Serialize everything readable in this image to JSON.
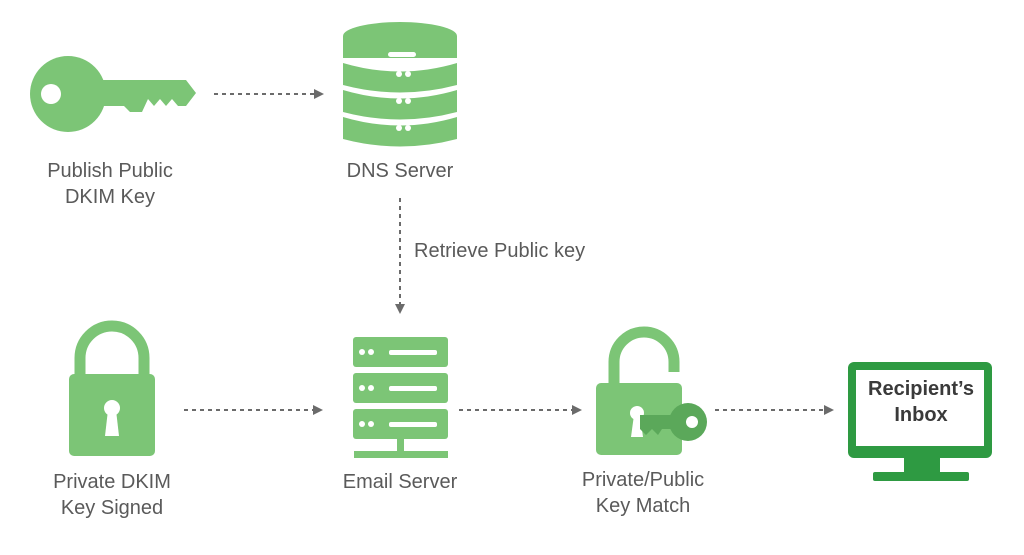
{
  "nodes": {
    "publish_key": {
      "line1": "Publish Public",
      "line2": "DKIM Key",
      "icon": "key-icon"
    },
    "dns_server": {
      "line1": "DNS Server",
      "icon": "database-server-icon"
    },
    "private_key": {
      "line1": "Private DKIM",
      "line2": "Key Signed",
      "icon": "lock-icon"
    },
    "email_server": {
      "line1": "Email Server",
      "icon": "server-rack-icon"
    },
    "key_match": {
      "line1": "Private/Public",
      "line2": "Key Match",
      "icon": "unlocked-padlock-key-icon"
    },
    "inbox": {
      "line1": "Recipient’s",
      "line2": "Inbox",
      "icon": "monitor-icon"
    }
  },
  "edges": {
    "retrieve_label": "Retrieve Public key"
  },
  "colors": {
    "light_green": "#7cc576",
    "dark_green": "#2e9a42",
    "key_green": "#5ba85a",
    "arrow_gray": "#6b6b6b",
    "text_gray": "#5a5a5a"
  }
}
